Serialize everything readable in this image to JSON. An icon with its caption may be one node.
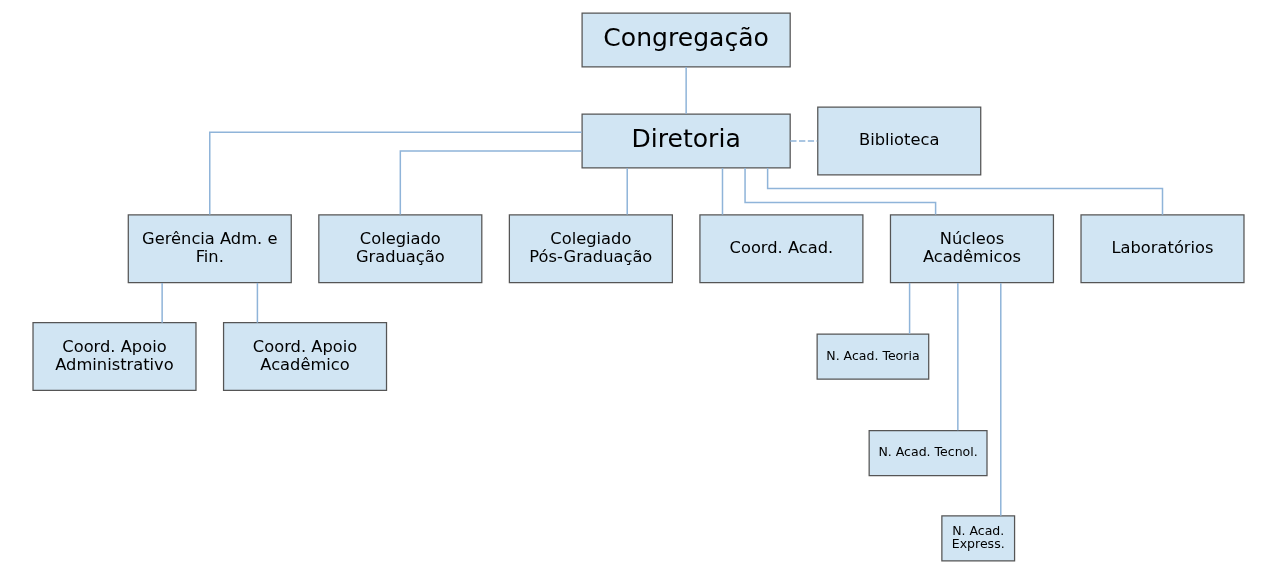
{
  "diagram": {
    "nodes": [
      {
        "text": [
          "Congregação"
        ]
      },
      {
        "text": [
          "Diretoria"
        ]
      },
      {
        "text": [
          "Biblioteca"
        ]
      },
      {
        "text": [
          "Gerência Adm. e Fin."
        ]
      },
      {
        "text": [
          "Colegiado Graduação"
        ]
      },
      {
        "text": [
          "Colegiado Pós-Graduação"
        ]
      },
      {
        "text": [
          "Coord. Acad."
        ]
      },
      {
        "text": [
          "Núcleos Acadêmicos"
        ]
      },
      {
        "text": [
          "Laboratórios"
        ]
      },
      {
        "text": [
          "Coord. Apoio Administrativo"
        ]
      },
      {
        "text": [
          "Coord. Apoio Acadêmico"
        ]
      },
      {
        "text": [
          "N. Acad. Teoria"
        ]
      },
      {
        "text": [
          "N. Acad. Tecnol."
        ]
      },
      {
        "text": [
          "N. Acad. Express."
        ]
      }
    ],
    "edges": [
      {
        "from": 0,
        "to": 1,
        "arrow": "none"
      },
      {
        "from": 1,
        "to": 2,
        "arrow": "none",
        "style": "dashed"
      },
      {
        "from": 1,
        "to": 3,
        "arrow": "none"
      },
      {
        "from": 1,
        "to": 4,
        "arrow": "none"
      },
      {
        "from": 1,
        "to": 5,
        "arrow": "none"
      },
      {
        "from": 1,
        "to": 6,
        "arrow": "none"
      },
      {
        "from": 1,
        "to": 7,
        "arrow": "none"
      },
      {
        "from": 1,
        "to": 8,
        "arrow": "none"
      },
      {
        "from": 3,
        "to": 9,
        "arrow": "none"
      },
      {
        "from": 3,
        "to": 10,
        "arrow": "none"
      },
      {
        "from": 7,
        "to": 11,
        "arrow": "none"
      },
      {
        "from": 7,
        "to": 12,
        "arrow": "none"
      },
      {
        "from": 7,
        "to": 13,
        "arrow": "none"
      }
    ]
  }
}
